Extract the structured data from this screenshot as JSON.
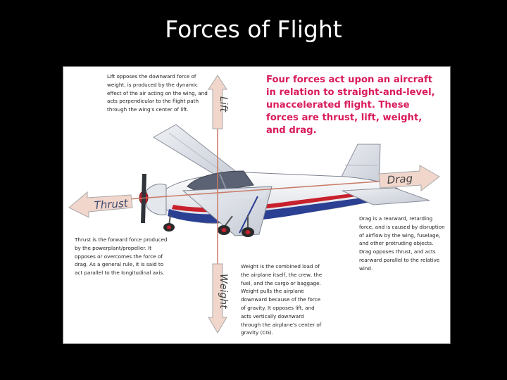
{
  "slide": {
    "title": "Forces of Flight"
  },
  "diagram": {
    "headline": "Four forces act upon an aircraft in relation to straight-and-level, unaccelerated flight. These forces are thrust, lift, weight, and drag.",
    "arrows": {
      "lift": "Lift",
      "thrust": "Thrust",
      "drag": "Drag",
      "weight": "Weight"
    },
    "notes": {
      "lift": "Lift opposes the downward force of weight, is produced by the dynamic effect of the air acting on the wing, and acts perpendicular to the flight path through the wing's center of lift.",
      "thrust": "Thrust is the forward force produced by the powerplant/propeller. It opposes or overcomes the force of drag. As a general rule, it is said to act parallel to the longitudinal axis.",
      "drag": "Drag is a rearward, retarding force, and is caused by disruption of airflow by the wing, fuselage, and other protruding objects. Drag opposes thrust, and acts rearward parallel to the relative wind.",
      "weight": "Weight is the combined load of the airplane itself, the crew, the fuel, and the cargo or baggage. Weight pulls the airplane downward because of the force of gravity. It opposes lift, and acts vertically downward through the airplane's center of gravity (CG)."
    },
    "colors": {
      "arrow_fill": "#f1d6cc",
      "arrow_stroke": "#a9a9a9",
      "headline": "#d91b5c",
      "fuselage_stripe": "#2b3f93",
      "red_trim": "#c8202c"
    }
  }
}
